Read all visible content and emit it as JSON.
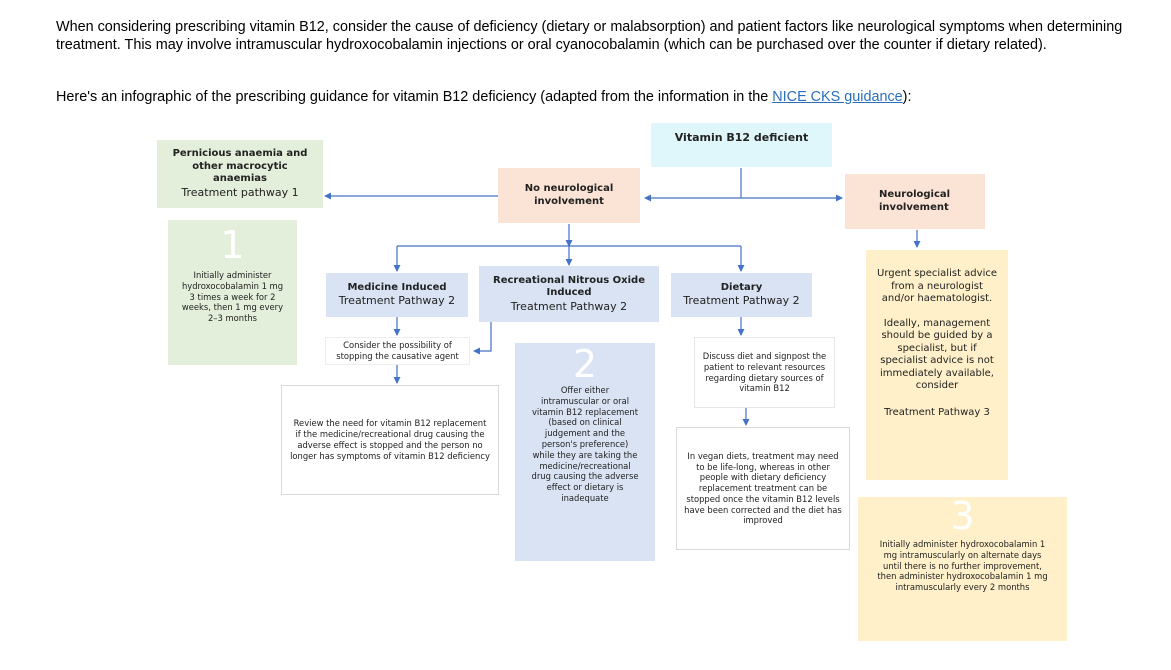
{
  "intro": {
    "paragraph1": "When considering prescribing vitamin B12, consider the cause of deficiency (dietary or malabsorption) and patient factors like neurological symptoms when determining treatment. This may involve intramuscular hydroxocobalamin injections or oral cyanocobalamin (which can be purchased over the counter if dietary related).",
    "paragraph2_before": "Here's an infographic of the prescribing guidance for vitamin B12 deficiency (adapted from the information in the ",
    "link_text": "NICE CKS guidance",
    "paragraph2_after": "):"
  },
  "diagram": {
    "root": "Vitamin B12 deficient",
    "no_neuro": "No neurological involvement",
    "neuro": "Neurological involvement",
    "pernicious_title": "Pernicious anaemia and other macrocytic anaemias",
    "pernicious_sub": "Treatment pathway 1",
    "pathway1_number": "1",
    "pathway1_text": "Initially administer hydroxocobalamin 1 mg 3 times a week for 2 weeks, then 1 mg every 2–3 months",
    "medicine_title": "Medicine Induced",
    "medicine_sub": "Treatment Pathway 2",
    "nitrous_title": "Recreational Nitrous Oxide Induced",
    "nitrous_sub": "Treatment Pathway 2",
    "dietary_title": "Dietary",
    "dietary_sub": "Treatment Pathway 2",
    "consider_stop": "Consider the possibility of stopping the causative agent",
    "review_need": "Review the need for vitamin B12 replacement if the medicine/recreational drug causing the adverse effect is stopped and the person no longer has symptoms of vitamin B12 deficiency",
    "pathway2_number": "2",
    "pathway2_text": "Offer either intramuscular or oral vitamin B12 replacement (based on clinical judgement and the person's preference) while they are taking the medicine/recreational drug causing the adverse effect or dietary is inadequate",
    "discuss_diet": "Discuss diet and signpost the patient to relevant resources regarding dietary sources of vitamin B12",
    "vegan_text": "In vegan diets, treatment may need to be life-long, whereas in other people with dietary deficiency replacement treatment can be stopped once the vitamin B12 levels have been corrected and the diet has improved",
    "urgent_text": "Urgent specialist advice from a neurologist and/or haematologist.",
    "ideally_text": "Ideally, management should be guided by a specialist, but if specialist advice is not immediately available, consider",
    "pathway3_label": "Treatment Pathway 3",
    "pathway3_number": "3",
    "pathway3_text": "Initially administer hydroxocobalamin 1 mg intramuscularly on alternate days until there is no further improvement, then administer hydroxocobalamin 1 mg intramuscularly every 2 months"
  },
  "colors": {
    "arrow": "#4472c4",
    "link": "#2a6ebb"
  }
}
